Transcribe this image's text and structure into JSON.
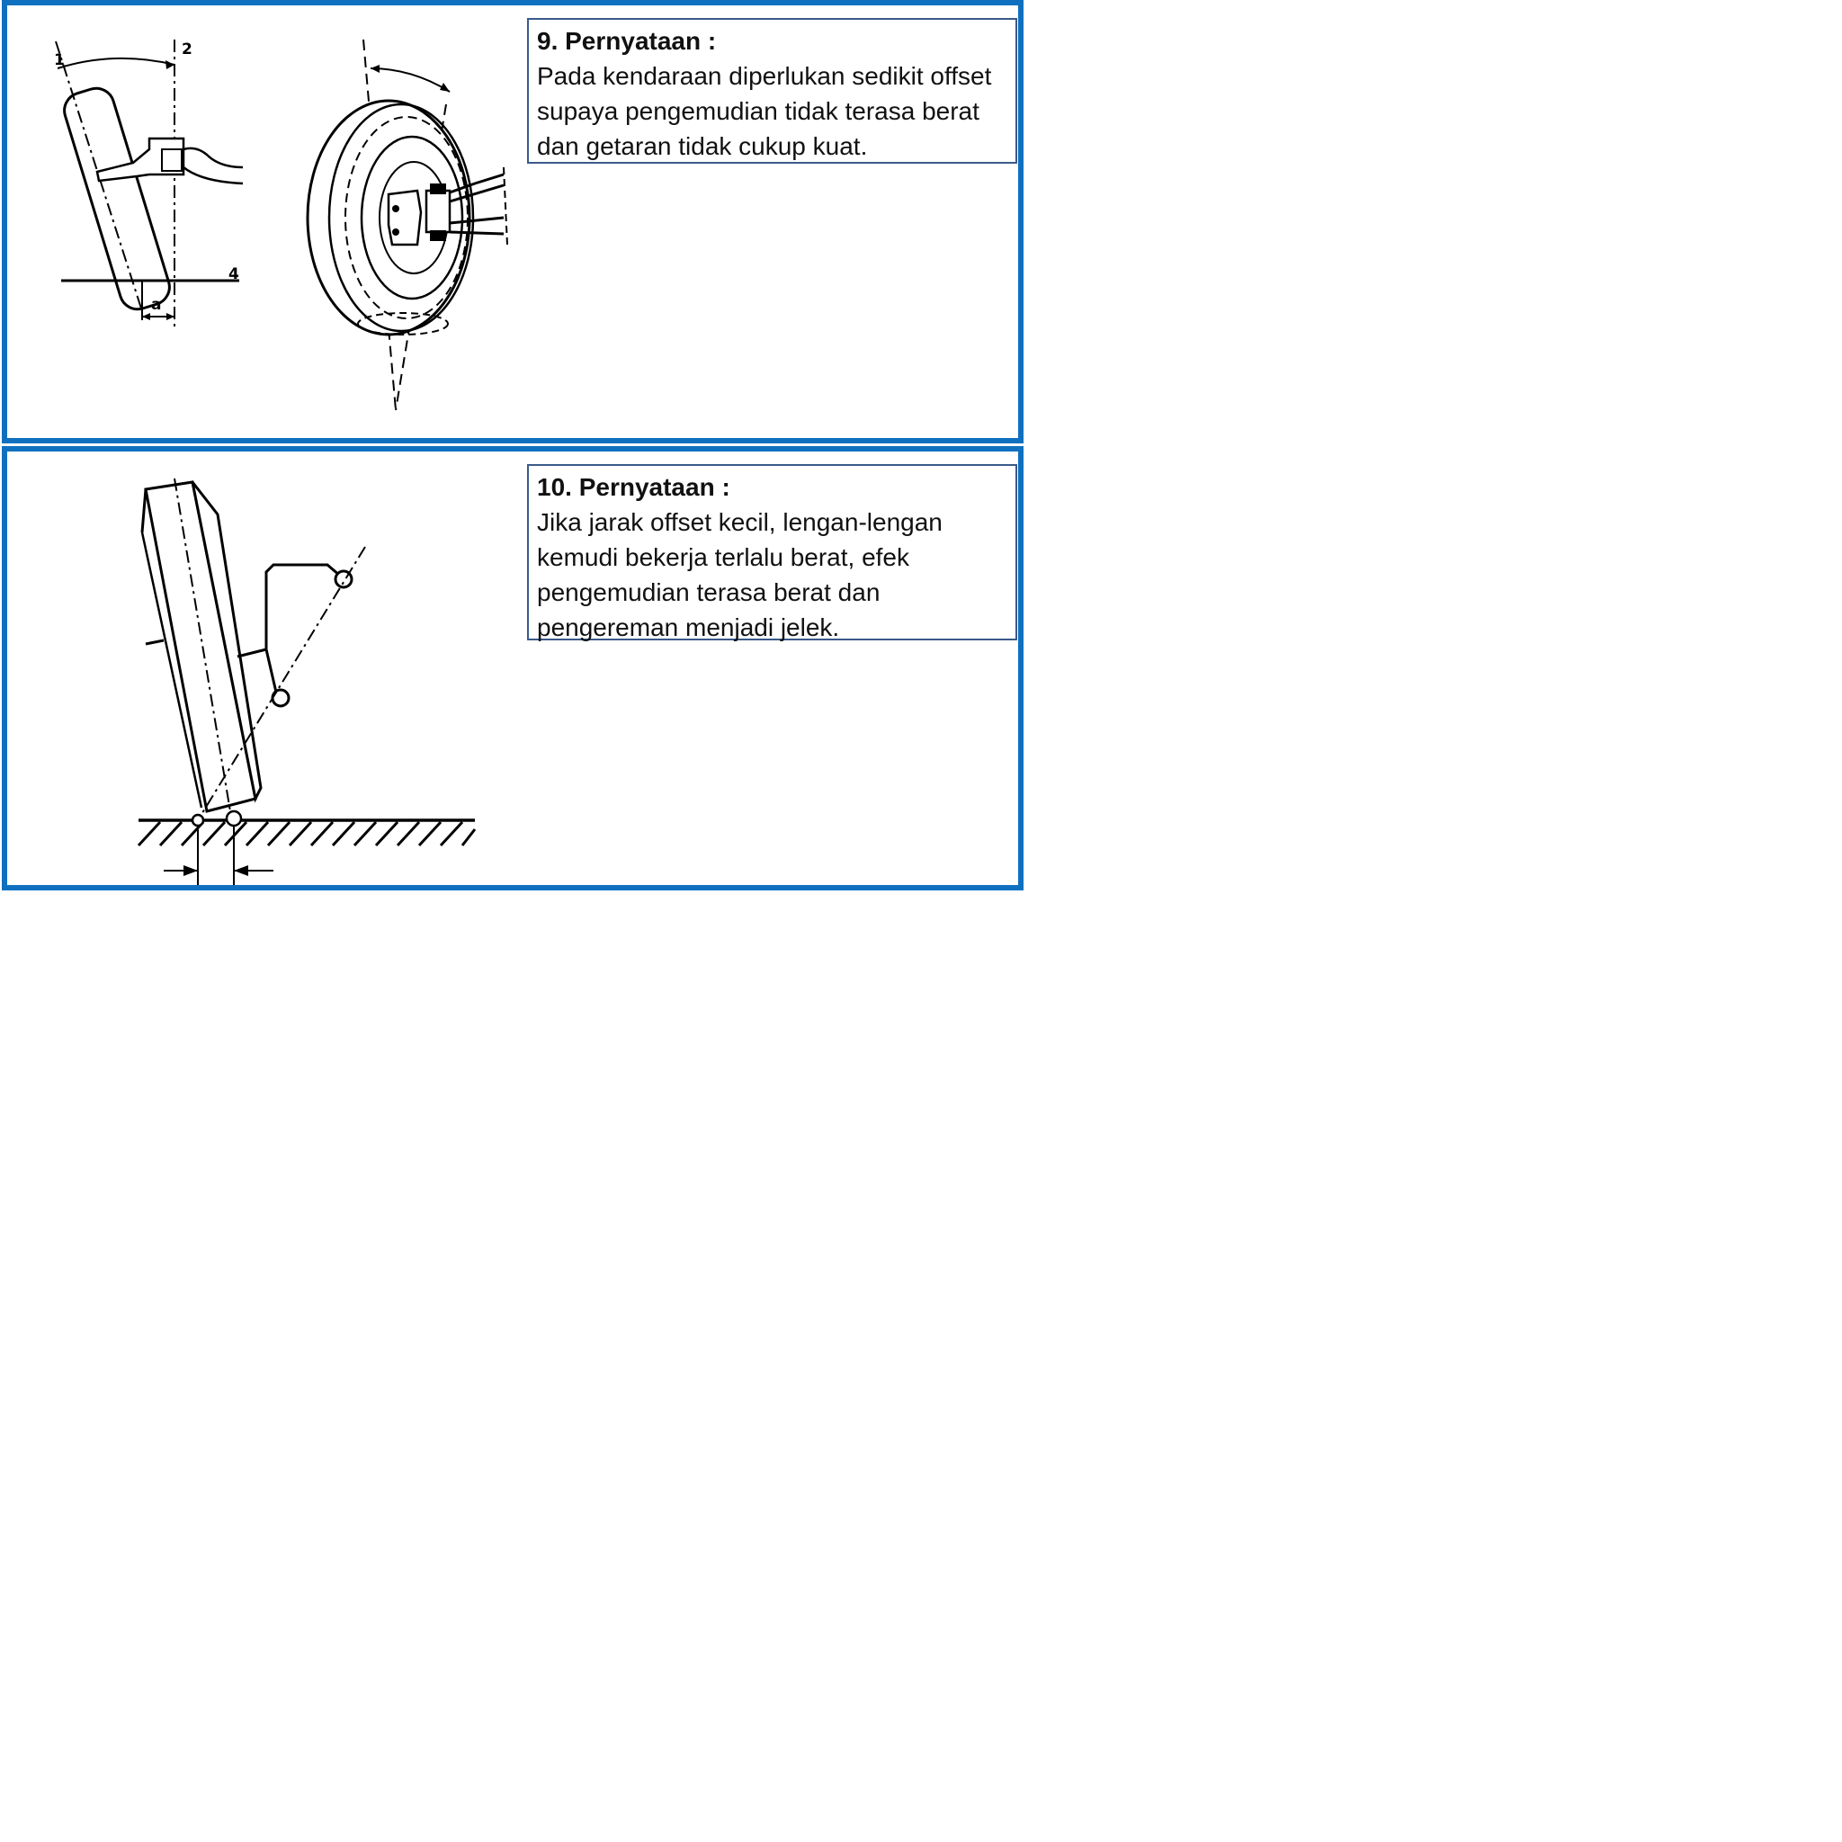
{
  "statements": [
    {
      "title": "9. Pernyataan :",
      "body": "Pada kendaraan diperlukan sedikit offset supaya pengemudian tidak terasa berat dan getaran tidak cukup kuat."
    },
    {
      "title": "10. Pernyataan :",
      "body": "Jika jarak offset kecil, lengan-lengan kemudi bekerja terlalu berat, efek pengemudian terasa berat dan pengereman menjadi jelek."
    }
  ],
  "figure_9_labels": {
    "label_1": "1",
    "label_2": "2",
    "label_4": "4",
    "label_a": "a"
  },
  "colors": {
    "panel_border": "#1070c0",
    "box_border": "#3a5a8a"
  }
}
